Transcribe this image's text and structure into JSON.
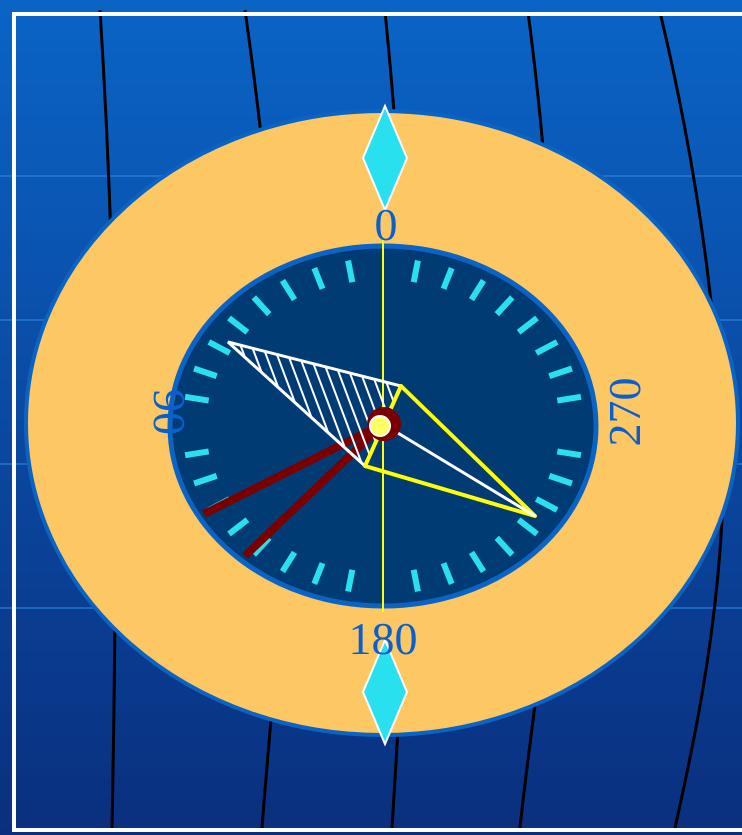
{
  "compass": {
    "label_north": "0",
    "label_west": "90",
    "label_south": "180",
    "label_east": "270"
  },
  "colors": {
    "background_top": "#0a64c6",
    "background_bottom": "#0a2f7e",
    "contour_line": "#000000",
    "frame": "#ffffff",
    "outer_ring": "#fdc764",
    "ring_border": "#0a64c6",
    "dial_face": "#003b74",
    "tick": "#29e1ee",
    "label": "#0a5fd0",
    "diamond": "#29e1ee",
    "meridian_line": "#ffff00",
    "course_triangle": "#ffff00",
    "hatched_triangle": "#ffffff",
    "dark_red_lines": "#7a0000",
    "center_dot": "#7a0000",
    "center_inner": "#ffff66"
  }
}
